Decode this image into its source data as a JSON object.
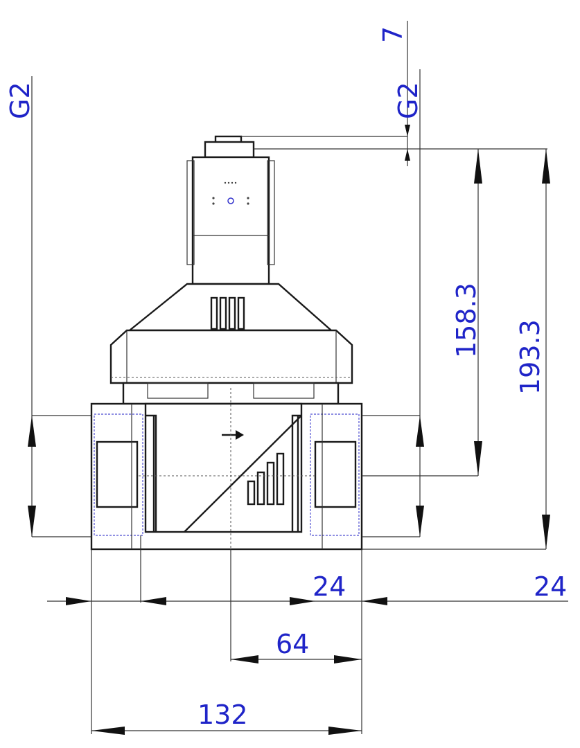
{
  "drawing": {
    "labels": {
      "port_left": "G2",
      "port_top": "G2",
      "top_offset": "7",
      "height_center": "158.3",
      "height_total": "193.3",
      "width_port_left": "24",
      "width_port_right": "24",
      "width_half": "64",
      "width_total": "132"
    },
    "colors": {
      "dimension_text": "#1f24c8",
      "outline": "#1a1a1a",
      "port_dash": "#6a6ad8"
    }
  }
}
